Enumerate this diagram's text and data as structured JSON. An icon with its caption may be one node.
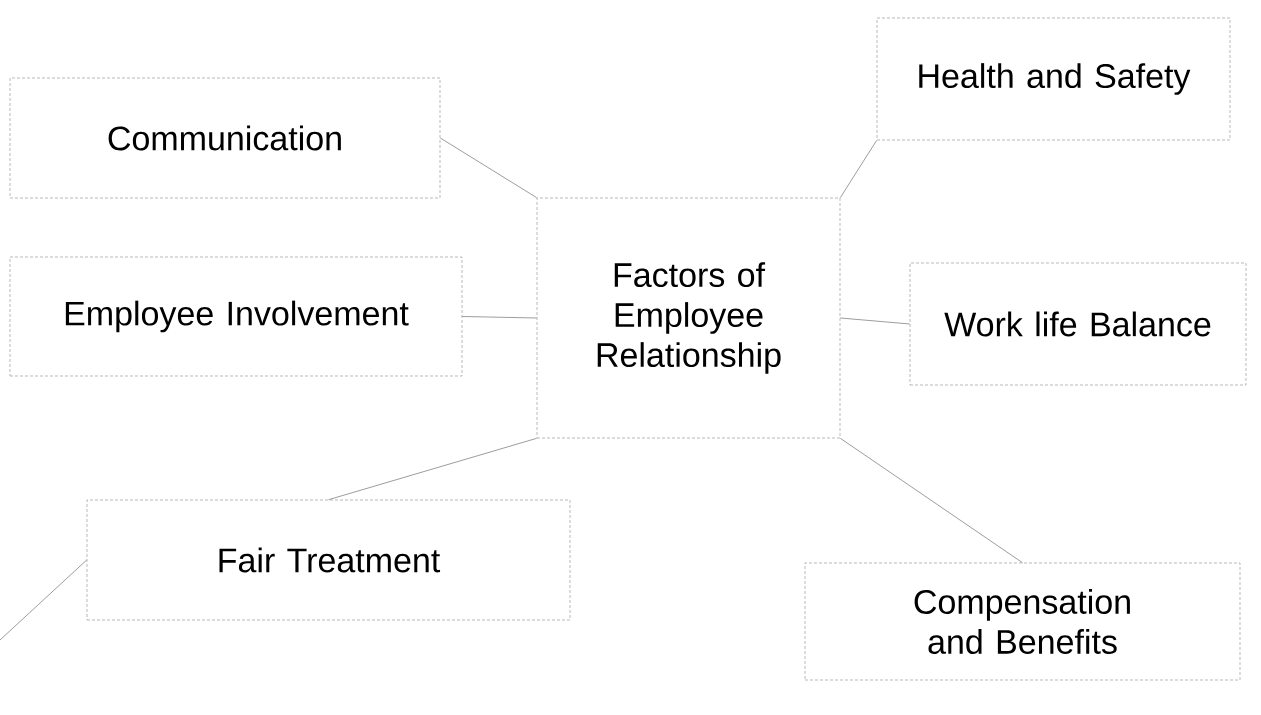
{
  "diagram": {
    "nodes": [
      {
        "text": [
          "Health and Safety"
        ]
      },
      {
        "text": [
          "Communication"
        ]
      },
      {
        "text": [
          "Factors of Employee Relationship"
        ]
      },
      {
        "text": [
          "Employee Involvement"
        ]
      },
      {
        "text": [
          "Work life Balance"
        ]
      },
      {
        "text": [
          "Fair Treatment"
        ]
      },
      {
        "text": [
          "Compensation and Benefits"
        ]
      }
    ],
    "edges": [
      {
        "from": 1,
        "to": 2,
        "arrow": "none"
      },
      {
        "from": 0,
        "to": 2,
        "arrow": "none"
      },
      {
        "from": 3,
        "to": 2,
        "arrow": "none"
      },
      {
        "from": 2,
        "to": 4,
        "arrow": "none"
      },
      {
        "from": 2,
        "to": 5,
        "arrow": "none"
      },
      {
        "from": 2,
        "to": 6,
        "arrow": "none"
      },
      {
        "from": null,
        "to": 5,
        "arrow": "none"
      }
    ]
  }
}
